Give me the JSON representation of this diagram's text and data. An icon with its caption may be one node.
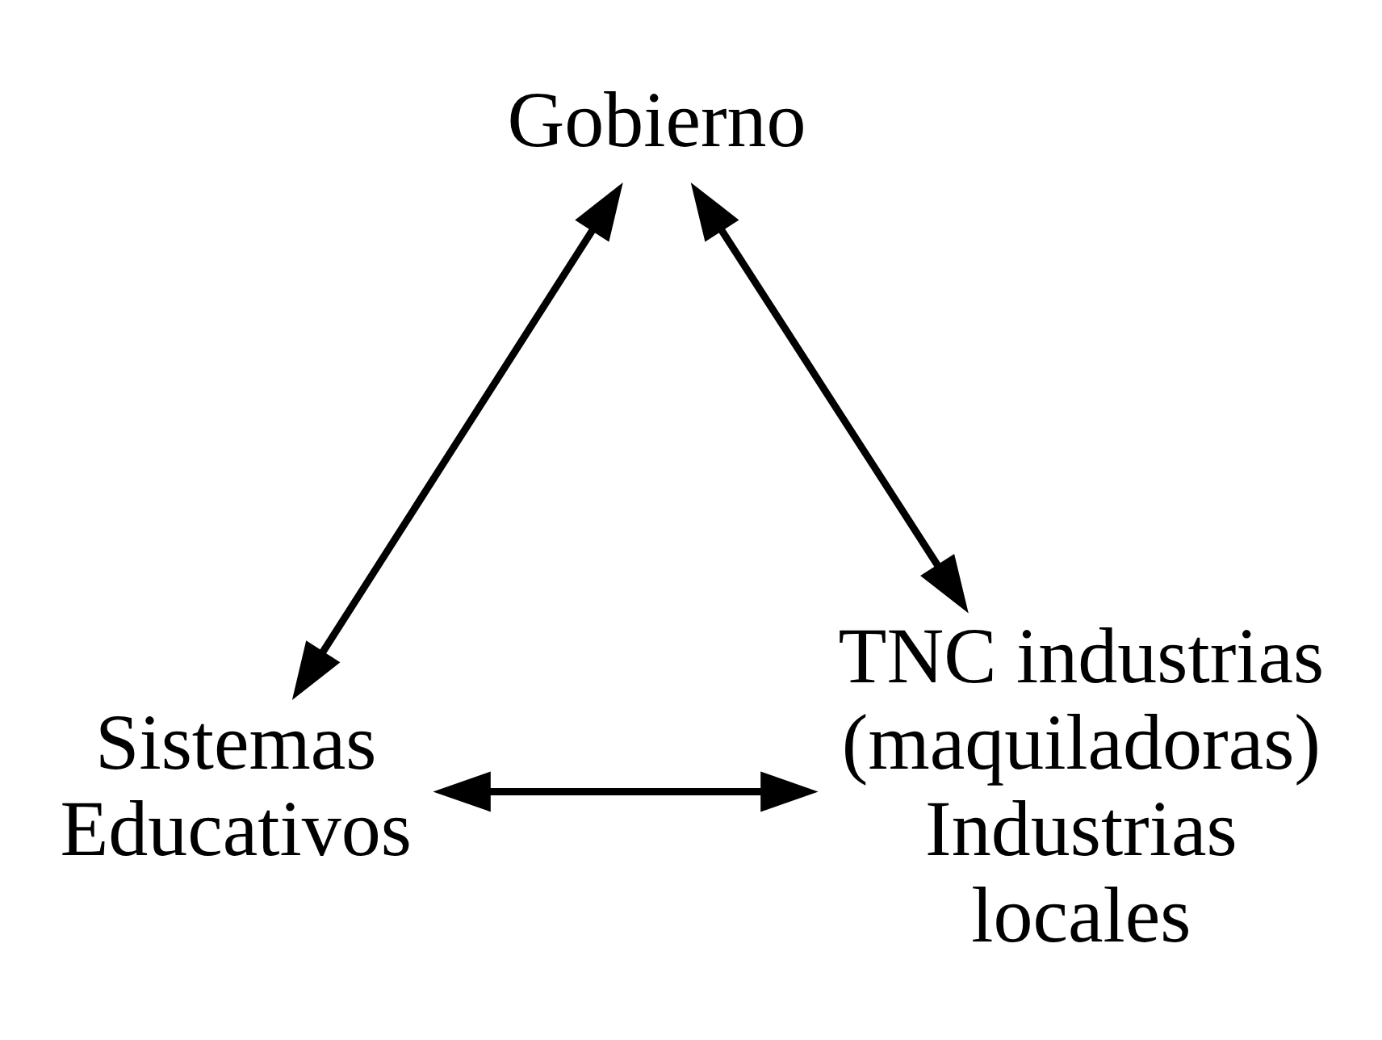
{
  "diagram": {
    "nodes": [
      {
        "text": [
          "Gobierno"
        ]
      },
      {
        "text": [
          "Sistemas Educativos"
        ]
      },
      {
        "text": [
          "TNC industrias (maquiladoras) Industrias locales"
        ]
      }
    ],
    "edges": [
      {
        "from": 0,
        "to": 1,
        "arrow": "both"
      },
      {
        "from": 0,
        "to": 2,
        "arrow": "both"
      },
      {
        "from": 1,
        "to": 2,
        "arrow": "both"
      }
    ]
  }
}
